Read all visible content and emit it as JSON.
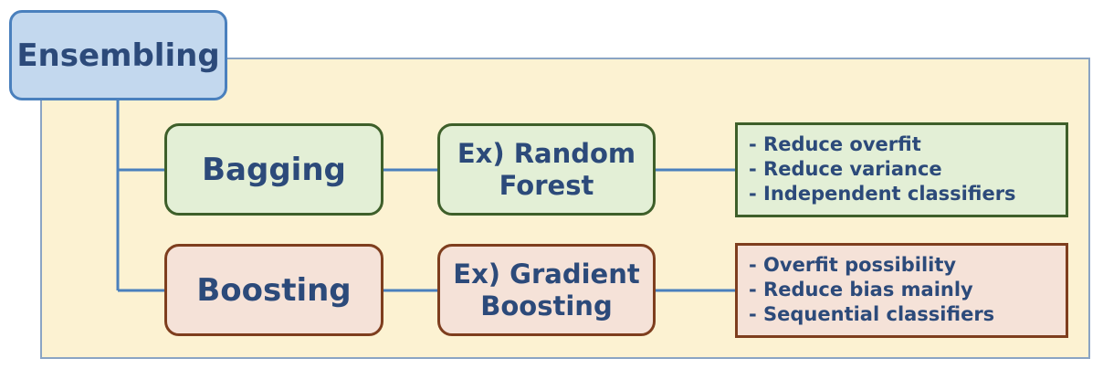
{
  "root": {
    "label": "Ensembling"
  },
  "branches": [
    {
      "method": "Bagging",
      "example_line1": "Ex) Random",
      "example_line2": "Forest",
      "notes": [
        "Reduce overfit",
        "Reduce variance",
        "Independent classifiers"
      ]
    },
    {
      "method": "Boosting",
      "example_line1": "Ex) Gradient",
      "example_line2": "Boosting",
      "notes": [
        "Overfit possibility",
        "Reduce bias mainly",
        "Sequential classifiers"
      ]
    }
  ],
  "colors": {
    "panel_bg": "#fcf2d2",
    "connector": "#4a80bd",
    "root_bg": "#c3d8ee",
    "bagging_bg": "#e3efd6",
    "bagging_border": "#3e5f2a",
    "boosting_bg": "#f5e2d8",
    "boosting_border": "#7e3e1e",
    "text": "#2c4a7a"
  }
}
